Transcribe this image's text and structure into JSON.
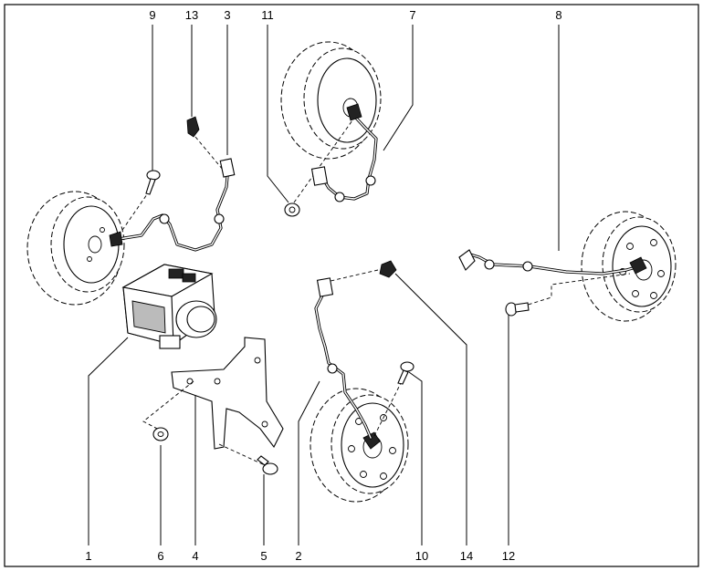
{
  "callouts": {
    "top": [
      "9",
      "13",
      "3",
      "11",
      "7",
      "8"
    ],
    "bottom": [
      "1",
      "6",
      "4",
      "5",
      "2",
      "10",
      "14",
      "12"
    ]
  }
}
